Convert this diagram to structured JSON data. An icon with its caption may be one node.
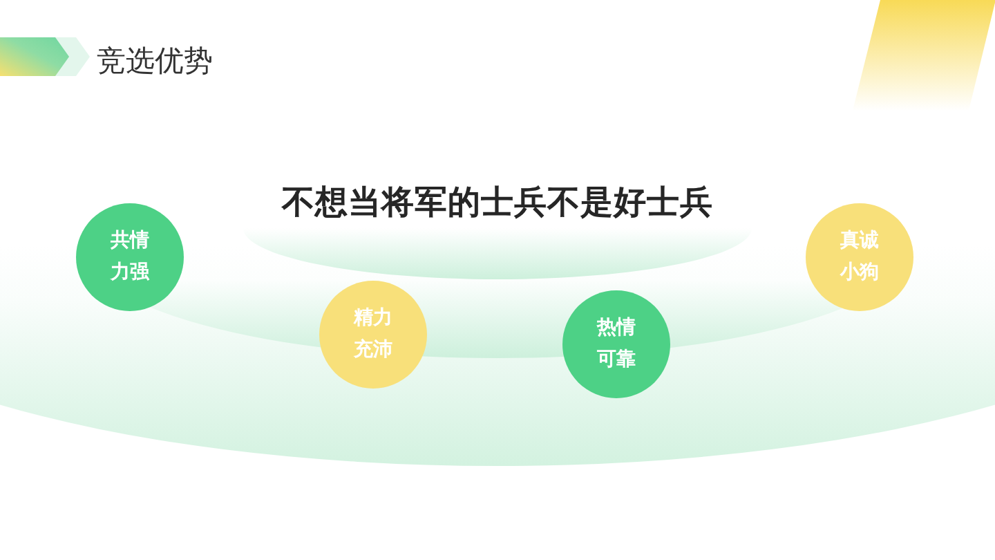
{
  "diagram": {
    "title": "竞选优势",
    "nodes": [
      {
        "text": [
          "共情力强"
        ]
      },
      {
        "text": [
          "精力充沛"
        ]
      },
      {
        "text": [
          "热情可靠"
        ]
      },
      {
        "text": [
          "真诚小狗"
        ]
      }
    ],
    "labels": [
      "不想当将军的士兵不是好士兵"
    ]
  }
}
